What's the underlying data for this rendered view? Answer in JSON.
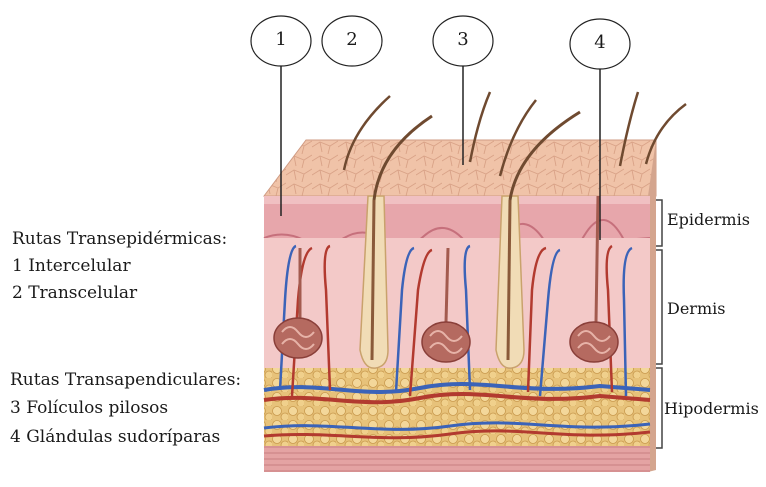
{
  "callouts": [
    "1",
    "2",
    "3",
    "4"
  ],
  "legend": {
    "transepidermal_title": "Rutas Transepidérmicas:",
    "item1": "1  Intercelular",
    "item2": "2  Transcelular",
    "transappendageal_title": "Rutas Transapendiculares:",
    "item3": "3  Folículos pilosos",
    "item4": "4  Glándulas sudoríparas"
  },
  "layers": {
    "epidermis": "Epidermis",
    "dermis": "Dermis",
    "hypodermis": "Hipodermis"
  },
  "colors": {
    "skin_surface": "#efc1a6",
    "epidermis": "#e6a3a9",
    "dermis": "#f2c6c6",
    "hypodermis": "#e9c781",
    "muscle": "#e3a2a2",
    "vein": "#3b63b8",
    "artery": "#b23a2f"
  }
}
